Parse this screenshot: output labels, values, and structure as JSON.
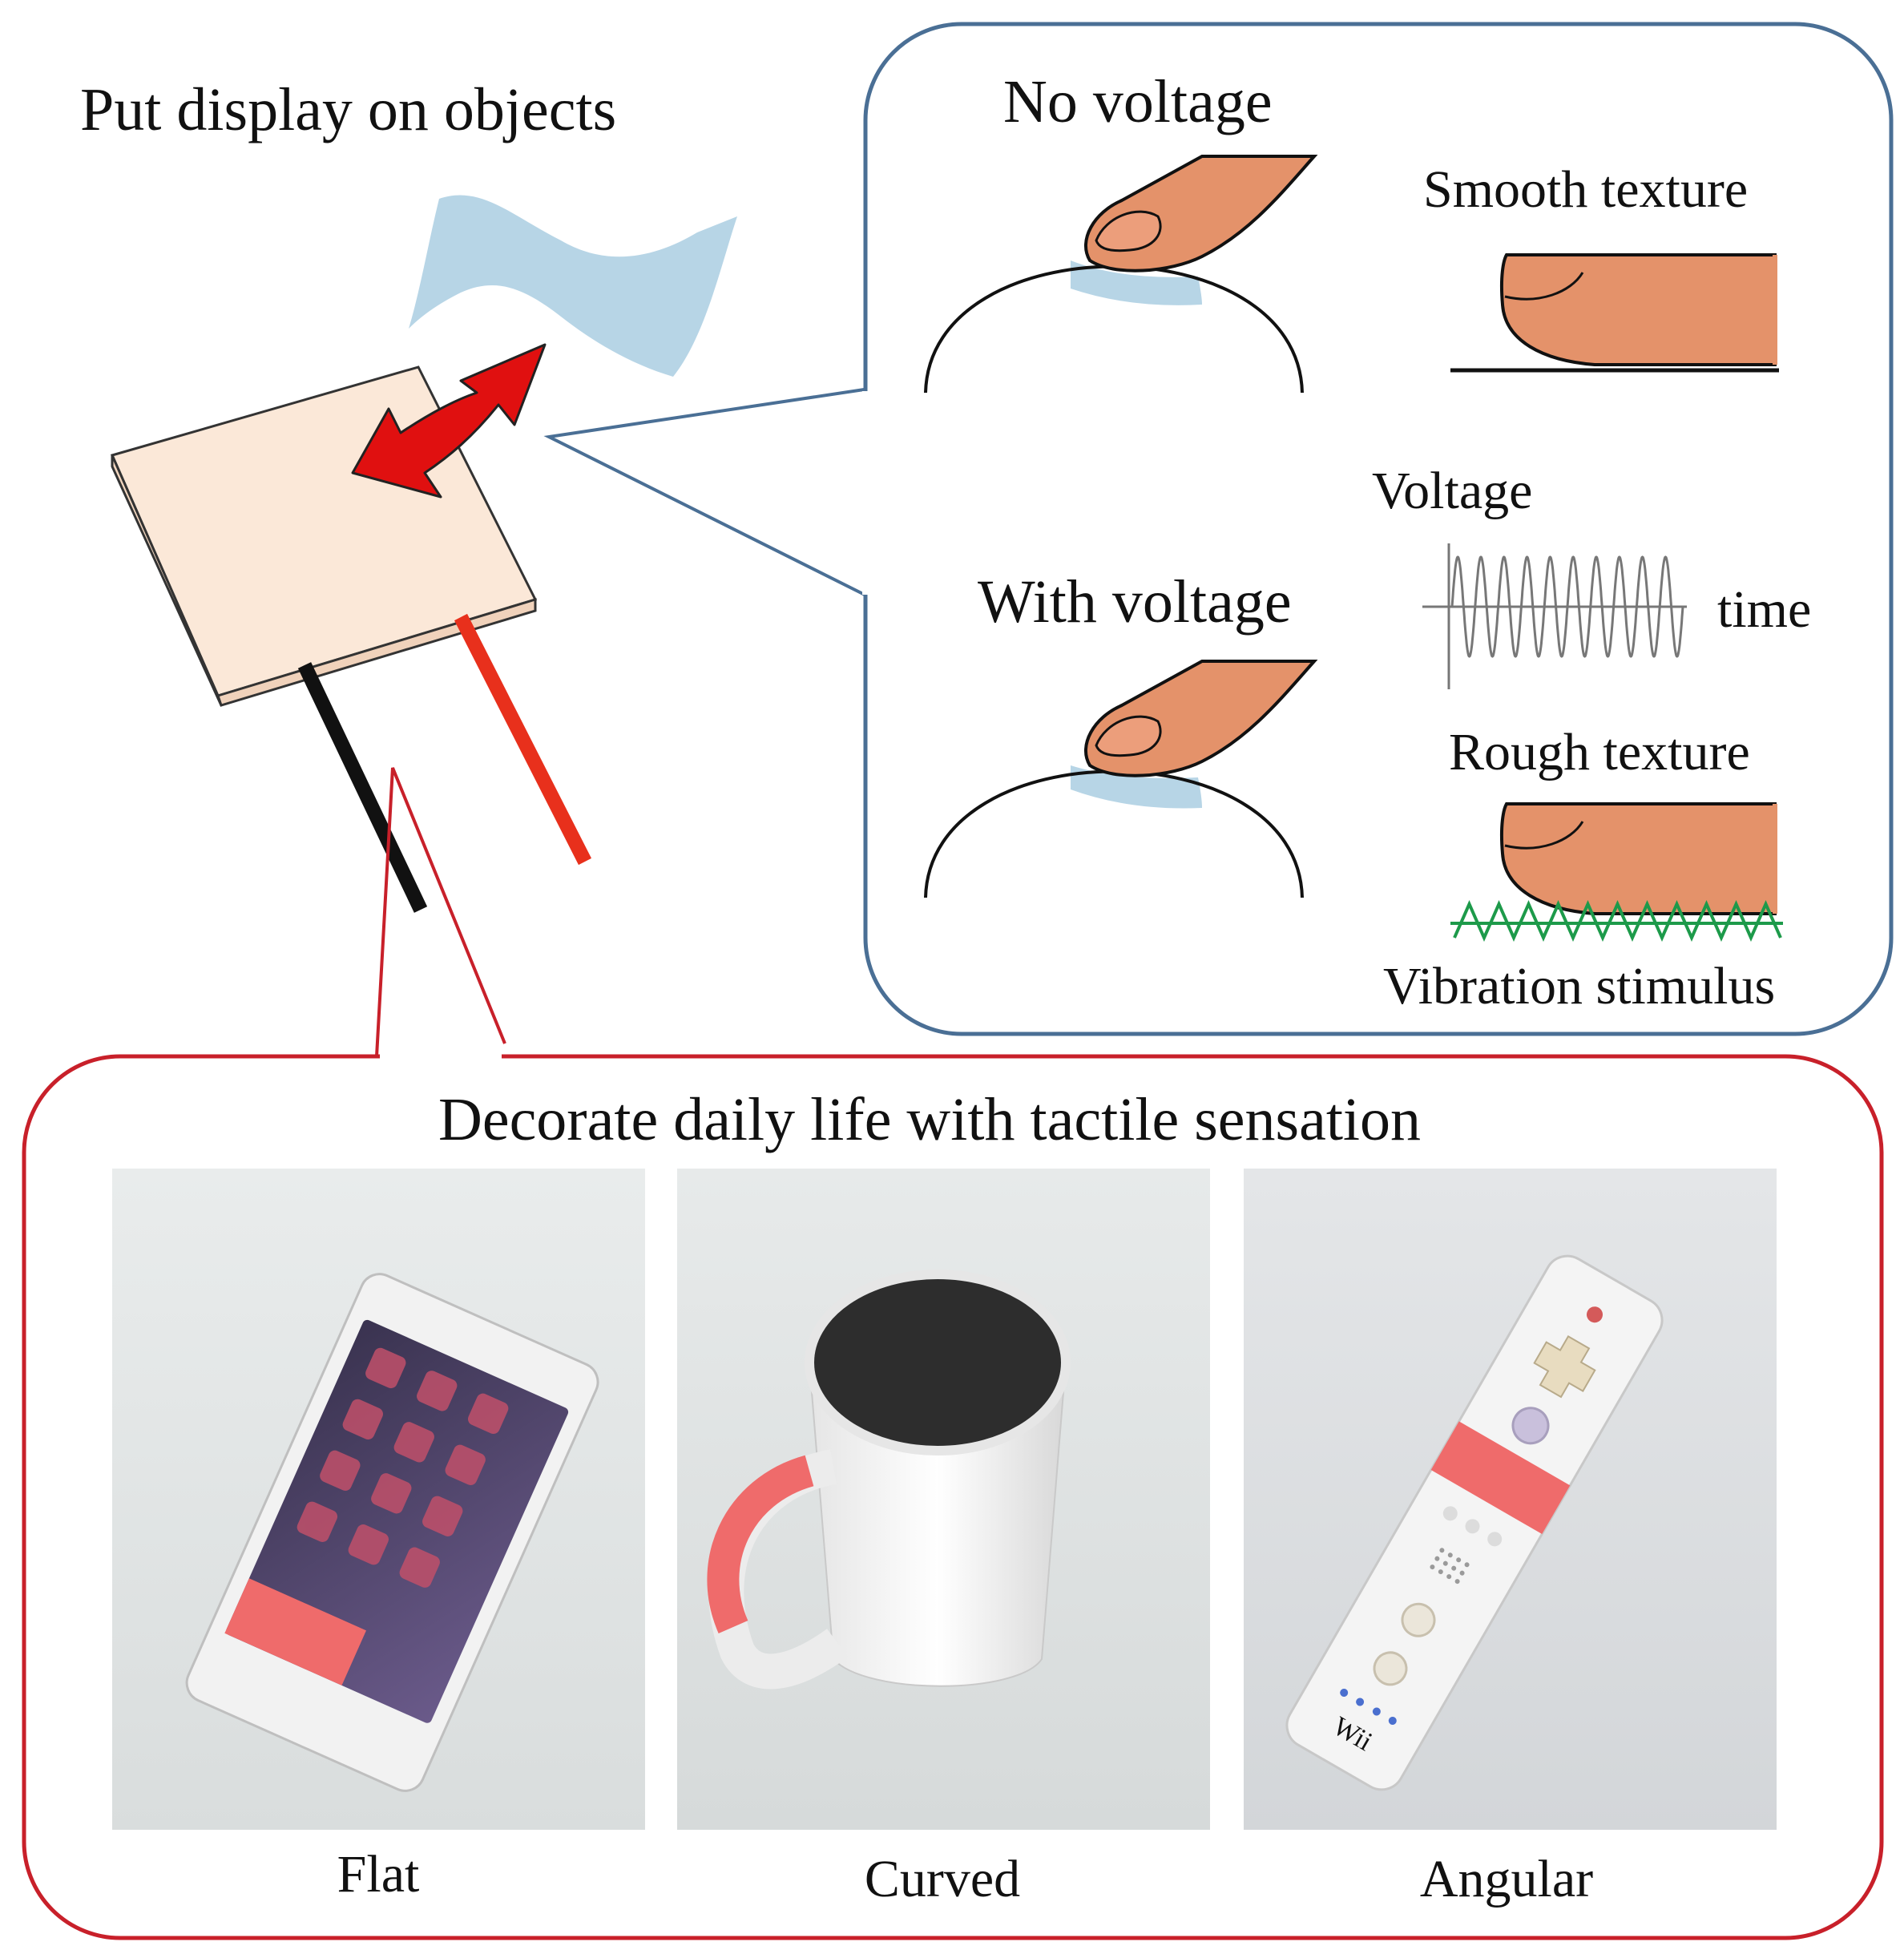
{
  "left": {
    "title": "Put display on objects"
  },
  "top_panel": {
    "no_voltage_label": "No voltage",
    "smooth_texture_label": "Smooth texture",
    "voltage_axis_label": "Voltage",
    "time_axis_label": "time",
    "with_voltage_label": "With voltage",
    "rough_texture_label": "Rough texture",
    "vibration_label": "Vibration stimulus"
  },
  "bottom_panel": {
    "title": "Decorate daily life with tactile sensation",
    "photos": [
      {
        "caption": "Flat",
        "object": "smartphone"
      },
      {
        "caption": "Curved",
        "object": "mug"
      },
      {
        "caption": "Angular",
        "object": "game-remote",
        "logo_text": "Wii"
      }
    ]
  },
  "colors": {
    "panel_top_border": "#4a6f95",
    "panel_bottom_border": "#c8202a",
    "finger_fill": "#e4926a",
    "display_pad": "#fbe8d8",
    "wire_red": "#e8301c",
    "wire_black": "#111111",
    "arrow_red": "#e01010",
    "film_blue": "#b7d5e6",
    "vibration_green": "#1d9a4a",
    "tactile_tape": "#ef6b6b"
  }
}
